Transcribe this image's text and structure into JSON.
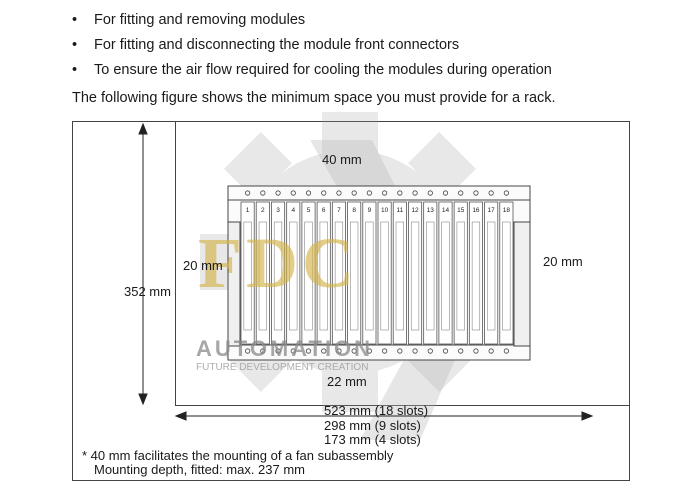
{
  "bullets": [
    "For fitting and removing modules",
    "For fitting and disconnecting the module front connectors",
    "To ensure the air flow required for cooling the modules during operation"
  ],
  "bullet_glyph": "•",
  "intro": "The following figure shows the minimum space you must provide for a rack.",
  "figure": {
    "top_clearance": "40 mm",
    "left_clearance": "20 mm",
    "right_clearance": "20 mm",
    "height": "352 mm",
    "bottom_clearance": "22 mm",
    "widths": [
      "523 mm (18 slots)",
      "298 mm (9 slots)",
      "173 mm (4 slots)"
    ],
    "slot_numbers": [
      "1",
      "2",
      "3",
      "4",
      "5",
      "6",
      "7",
      "8",
      "9",
      "10",
      "11",
      "12",
      "13",
      "14",
      "15",
      "16",
      "17",
      "18"
    ],
    "note_1": "* 40 mm facilitates the mounting of a fan subassembly",
    "note_2": "Mounting depth, fitted: max. 237 mm"
  },
  "watermark": {
    "logo": "FDC",
    "name": "AUTOMATION",
    "tagline": "FUTURE DEVELOPMENT CREATION"
  },
  "colors": {
    "text": "#1a1a1a",
    "line": "#444444",
    "watermark_gold": "#d4b54a",
    "watermark_gray": "#8a8a8a"
  }
}
